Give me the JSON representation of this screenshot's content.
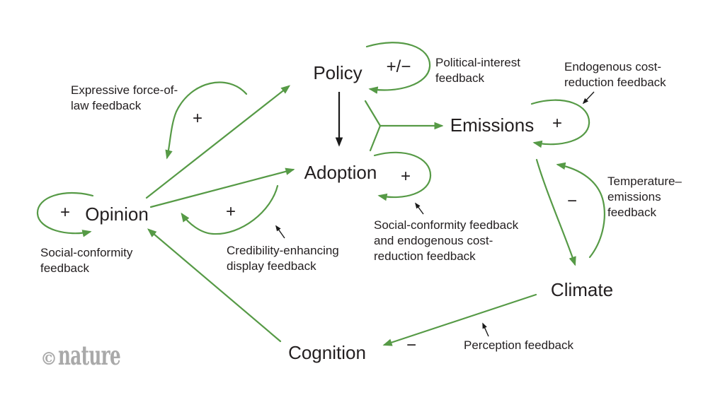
{
  "colors": {
    "arrow": "#569a46",
    "text": "#231f20",
    "pointer": "#1a1a1a",
    "watermark": "#a9a9a9"
  },
  "watermark": {
    "symbol": "©",
    "name": "nature"
  },
  "nodes": {
    "policy": "Policy",
    "adoption": "Adoption",
    "emissions": "Emissions",
    "opinion": "Opinion",
    "climate": "Climate",
    "cognition": "Cognition"
  },
  "signs": {
    "political_interest": "+/−",
    "endogenous_cost": "+",
    "social_conformity_adoption": "+",
    "social_conformity_opinion": "+",
    "expressive_force": "+",
    "credibility_display": "+",
    "temperature_emissions": "−",
    "perception": "−"
  },
  "labels": {
    "political_interest": {
      "line1": "Political-interest",
      "line2": "feedback"
    },
    "endogenous_cost": {
      "line1": "Endogenous cost-",
      "line2": "reduction feedback"
    },
    "expressive_force": {
      "line1": "Expressive force-of-",
      "line2": "law feedback"
    },
    "social_conformity_opinion": {
      "line1": "Social-conformity",
      "line2": "feedback"
    },
    "credibility_display": {
      "line1": "Credibility-enhancing",
      "line2": "display feedback"
    },
    "social_conformity_adoption": {
      "line1": "Social-conformity feedback",
      "line2": "and endogenous cost-",
      "line3": "reduction feedback"
    },
    "temperature_emissions": {
      "line1": "Temperature–",
      "line2": "emissions",
      "line3": "feedback"
    },
    "perception": {
      "line1": "Perception feedback"
    }
  },
  "edges": [
    {
      "from": "Opinion",
      "to": "Policy",
      "style": "straight-green"
    },
    {
      "from": "Opinion",
      "to": "Adoption",
      "style": "straight-green"
    },
    {
      "from": "Policy",
      "to": "Adoption",
      "style": "straight-black"
    },
    {
      "from": "Policy & Adoption",
      "to": "Emissions",
      "style": "junction-green"
    },
    {
      "from": "Emissions",
      "to": "Climate",
      "style": "straight-green"
    },
    {
      "from": "Climate",
      "to": "Cognition",
      "style": "straight-green",
      "sign": "−",
      "label": "Perception feedback"
    },
    {
      "from": "Cognition",
      "to": "Opinion",
      "style": "straight-green"
    },
    {
      "from": "Policy",
      "to": "Policy",
      "style": "loop",
      "sign": "+/−",
      "label": "Political-interest feedback"
    },
    {
      "from": "Emissions",
      "to": "Emissions",
      "style": "loop",
      "sign": "+",
      "label": "Endogenous cost-reduction feedback"
    },
    {
      "from": "Adoption",
      "to": "Adoption",
      "style": "loop",
      "sign": "+",
      "label": "Social-conformity feedback and endogenous cost-reduction feedback"
    },
    {
      "from": "Opinion",
      "to": "Opinion",
      "style": "loop",
      "sign": "+",
      "label": "Social-conformity feedback"
    },
    {
      "from": "Policy",
      "to": "Opinion",
      "style": "arc",
      "sign": "+",
      "label": "Expressive force-of-law feedback"
    },
    {
      "from": "Adoption",
      "to": "Opinion",
      "style": "arc",
      "sign": "+",
      "label": "Credibility-enhancing display feedback"
    },
    {
      "from": "Climate",
      "to": "Emissions",
      "style": "arc",
      "sign": "−",
      "label": "Temperature–emissions feedback"
    }
  ]
}
